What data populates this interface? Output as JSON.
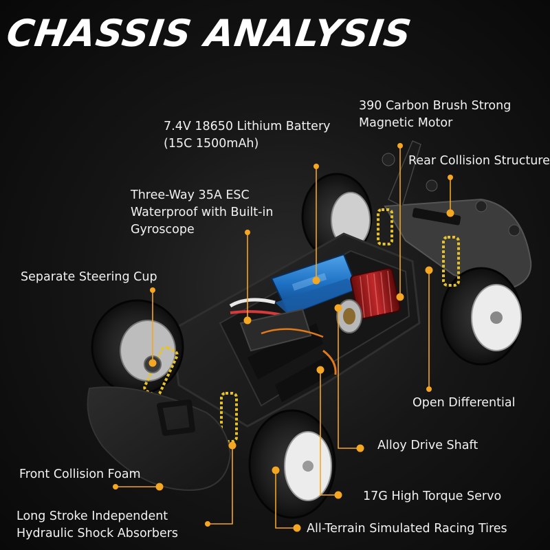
{
  "title": "CHASSIS ANALYSIS",
  "accent_color": "#f5a623",
  "labels": {
    "motor": [
      "390 Carbon Brush Strong",
      "Magnetic Motor"
    ],
    "battery": [
      "7.4V 18650 Lithium Battery",
      "(15C 1500mAh)"
    ],
    "rear_collision": [
      "Rear Collision Structure"
    ],
    "esc": [
      "Three-Way 35A ESC",
      "Waterproof with Built-in",
      "Gyroscope"
    ],
    "steering_cup": [
      "Separate Steering Cup"
    ],
    "differential": [
      "Open Differential"
    ],
    "drive_shaft": [
      "Alloy Drive Shaft"
    ],
    "front_foam": [
      "Front Collision Foam"
    ],
    "servo": [
      "17G High Torque Servo"
    ],
    "shock_absorbers": [
      "Long Stroke Independent",
      "Hydraulic Shock Absorbers"
    ],
    "tires": [
      "All-Terrain Simulated Racing Tires"
    ]
  }
}
